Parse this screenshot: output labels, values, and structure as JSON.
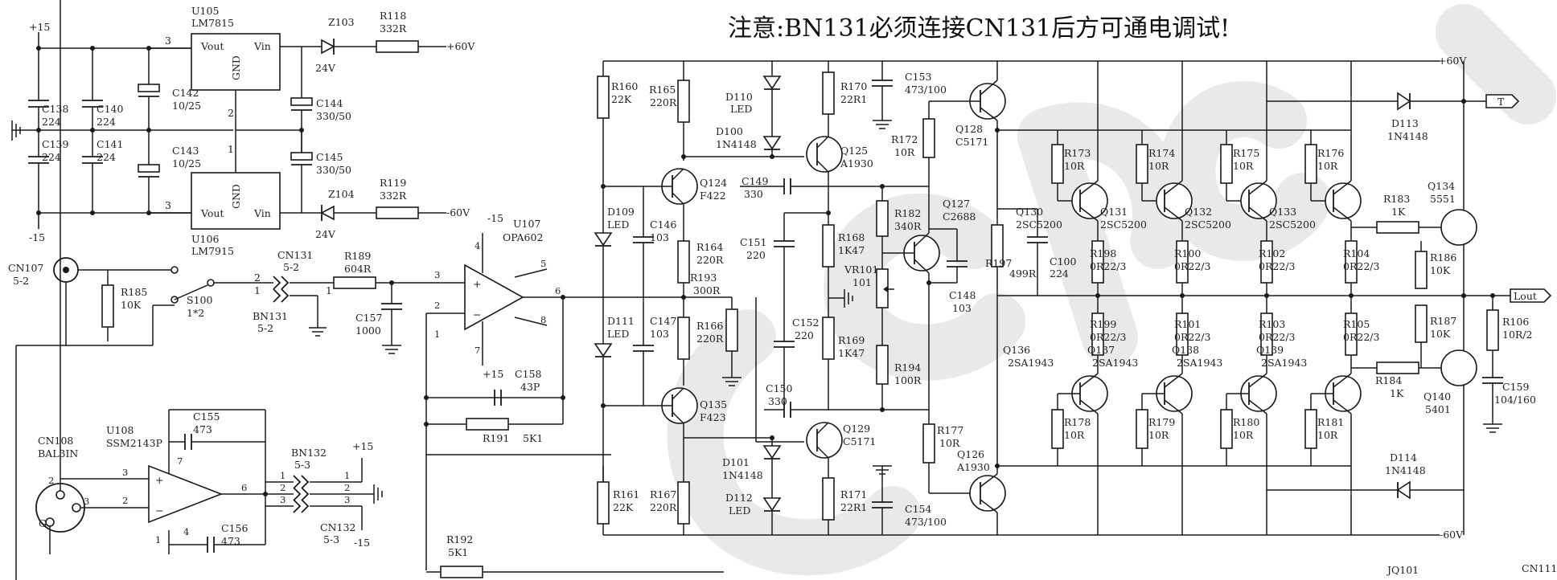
{
  "note": "注意:BN131必须连接CN131后方可通电调试!",
  "rails": {
    "p15": "+15",
    "m15": "-15",
    "p60_in": "+60V",
    "m60_in": "-60V",
    "p60": "+60V",
    "m60": "-60V"
  },
  "regulators": {
    "u105": {
      "ref": "U105",
      "part": "LM7815",
      "vout": "Vout",
      "vin": "Vin",
      "gnd": "GND",
      "p3": "3",
      "p1": "1",
      "p2": "2"
    },
    "u106": {
      "ref": "U106",
      "part": "LM7915",
      "vout": "Vout",
      "vin": "Vin",
      "gnd": "GND",
      "p3": "3",
      "p1": "1",
      "p2": "2"
    }
  },
  "supply_parts": {
    "c138": [
      "C138",
      "224"
    ],
    "c140": [
      "C140",
      "224"
    ],
    "c139": [
      "C139",
      "224"
    ],
    "c141": [
      "C141",
      "224"
    ],
    "c142": [
      "C142",
      "10/25"
    ],
    "c143": [
      "C143",
      "10/25"
    ],
    "c144": [
      "C144",
      "330/50"
    ],
    "c145": [
      "C145",
      "330/50"
    ],
    "z103": [
      "Z103",
      "24V"
    ],
    "z104": [
      "Z104",
      "24V"
    ],
    "r118": [
      "R118",
      "332R"
    ],
    "r119": [
      "R119",
      "332R"
    ]
  },
  "input": {
    "cn107": [
      "CN107",
      "5-2"
    ],
    "r185": [
      "R185",
      "10K"
    ],
    "s100": [
      "S100",
      "1*2"
    ],
    "cn131": [
      "CN131",
      "5-2"
    ],
    "bn131": [
      "BN131",
      "5-2"
    ],
    "r189": [
      "R189",
      "604R"
    ],
    "c157": [
      "C157",
      "1000"
    ],
    "pin2": "2",
    "pin1": "1"
  },
  "balanced": {
    "cn108": [
      "CN108",
      "BAL3IN"
    ],
    "u108": [
      "U108",
      "SSM2143P"
    ],
    "c155": [
      "C155",
      "473"
    ],
    "c156": [
      "C156",
      "473"
    ],
    "bn132": [
      "BN132",
      "5-3"
    ],
    "cn132": [
      "CN132",
      "5-3"
    ],
    "p15": "+15",
    "m15": "-15",
    "g": "G"
  },
  "opamp": {
    "u107": [
      "U107",
      "OPA602"
    ],
    "c158": [
      "C158",
      "43P"
    ],
    "r191": [
      "R191",
      "5K1"
    ],
    "r192": [
      "R192",
      "5K1"
    ],
    "pins": {
      "p3": "3",
      "p2": "2",
      "p6": "6",
      "p5": "5",
      "p8": "8",
      "p1": "1",
      "p4": "4",
      "p7": "7"
    },
    "vplus": "+15",
    "vminus": "-15"
  },
  "vas": {
    "r160": [
      "R160",
      "22K"
    ],
    "r165": [
      "R165",
      "220R"
    ],
    "d110": [
      "D110",
      "LED"
    ],
    "d100": [
      "D100",
      "1N4148"
    ],
    "r170": [
      "R170",
      "22R1"
    ],
    "c153": [
      "C153",
      "473/100"
    ],
    "q125": [
      "Q125",
      "A1930"
    ],
    "q124": [
      "Q124",
      "F422"
    ],
    "c149": [
      "C149",
      "330"
    ],
    "d109": [
      "D109",
      "LED"
    ],
    "c146": [
      "C146",
      "103"
    ],
    "r164": [
      "R164",
      "220R"
    ],
    "c151": [
      "C151",
      "220"
    ],
    "r168": [
      "R168",
      "1K47"
    ],
    "r193": [
      "R193",
      "300R"
    ],
    "d111": [
      "D111",
      "LED"
    ],
    "c147": [
      "C147",
      "103"
    ],
    "r166": [
      "R166",
      "220R"
    ],
    "c152": [
      "C152",
      "220"
    ],
    "r169": [
      "R169",
      "1K47"
    ],
    "c150": [
      "C150",
      "330"
    ],
    "q135": [
      "Q135",
      "F423"
    ],
    "q129": [
      "Q129",
      "C5171"
    ],
    "d101": [
      "D101",
      "1N4148"
    ],
    "d112": [
      "D112",
      "LED"
    ],
    "r161": [
      "R161",
      "22K"
    ],
    "r167": [
      "R167",
      "220R"
    ],
    "r171": [
      "R171",
      "22R1"
    ],
    "c154": [
      "C154",
      "473/100"
    ],
    "r172": [
      "R172",
      "10R"
    ],
    "q128": [
      "Q128",
      "C5171"
    ],
    "r182": [
      "R182",
      "340R"
    ],
    "q127": [
      "Q127",
      "C2688"
    ],
    "vr101": [
      "VR101",
      "101"
    ],
    "c148": [
      "C148",
      "103"
    ],
    "r194": [
      "R194",
      "100R"
    ],
    "r177": [
      "R177",
      "10R"
    ],
    "q126": [
      "Q126",
      "A1930"
    ]
  },
  "output": {
    "r197": [
      "R197",
      "499R"
    ],
    "c100": [
      "C100",
      "224"
    ],
    "r173": [
      "R173",
      "10R"
    ],
    "r174": [
      "R174",
      "10R"
    ],
    "r175": [
      "R175",
      "10R"
    ],
    "r176": [
      "R176",
      "10R"
    ],
    "q130": [
      "Q130",
      "2SC5200"
    ],
    "q131": [
      "Q131",
      "2SC5200"
    ],
    "q132": [
      "Q132",
      "2SC5200"
    ],
    "q133": [
      "Q133",
      "2SC5200"
    ],
    "r198": [
      "R198",
      "0R22/3"
    ],
    "r100": [
      "R100",
      "0R22/3"
    ],
    "r102": [
      "R102",
      "0R22/3"
    ],
    "r104": [
      "R104",
      "0R22/3"
    ],
    "r199": [
      "R199",
      "0R22/3"
    ],
    "r101": [
      "R101",
      "0R22/3"
    ],
    "r103": [
      "R103",
      "0R22/3"
    ],
    "r105": [
      "R105",
      "0R22/3"
    ],
    "q136": [
      "Q136",
      "2SA1943"
    ],
    "q137": [
      "Q137",
      "2SA1943"
    ],
    "q138": [
      "Q138",
      "2SA1943"
    ],
    "q139": [
      "Q139",
      "2SA1943"
    ],
    "r178": [
      "R178",
      "10R"
    ],
    "r179": [
      "R179",
      "10R"
    ],
    "r180": [
      "R180",
      "10R"
    ],
    "r181": [
      "R181",
      "10R"
    ],
    "r183": [
      "R183",
      "1K"
    ],
    "r184": [
      "R184",
      "1K"
    ],
    "q134": [
      "Q134",
      "5551"
    ],
    "q140": [
      "Q140",
      "5401"
    ],
    "r186": [
      "R186",
      "10K"
    ],
    "r187": [
      "R187",
      "10K"
    ],
    "r106": [
      "R106",
      "10R/2"
    ],
    "c159": [
      "C159",
      "104/160"
    ],
    "d113": [
      "D113",
      "1N4148"
    ],
    "d114": [
      "D114",
      "1N4148"
    ],
    "t": "T",
    "lout": "Lout"
  },
  "footer": {
    "jq101": "JQ101",
    "cn111": "CN111"
  }
}
